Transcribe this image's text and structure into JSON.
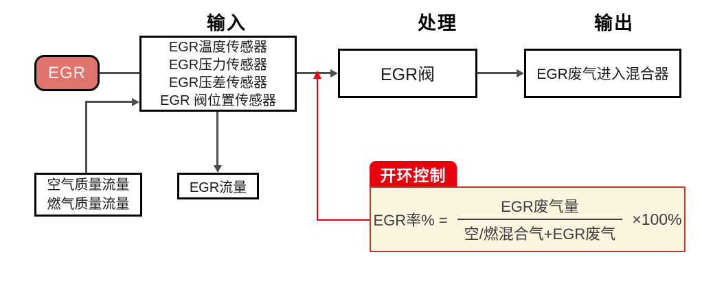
{
  "headings": {
    "input": "输入",
    "process": "处理",
    "output": "输出"
  },
  "nodes": {
    "egr": {
      "label": "EGR"
    },
    "sensors": {
      "lines": [
        "EGR温度传感器",
        "EGR压力传感器",
        "EGR压差传感器",
        "EGR 阀位置传感器"
      ]
    },
    "egr_valve": {
      "label": "EGR阀"
    },
    "egr_exhaust_mixer": {
      "label": "EGR废气进入混合器"
    },
    "mass_flow": {
      "lines": [
        "空气质量流量",
        "燃气质量流量"
      ]
    },
    "egr_flow": {
      "label": "EGR流量"
    }
  },
  "open_loop": {
    "tab_label": "开环控制",
    "formula": {
      "lhs": "EGR率% =",
      "numerator": "EGR废气量",
      "denominator": "空/燃混合气+EGR废气",
      "multiplier": "×100%"
    }
  },
  "colors": {
    "egr_fill": "#e1736d",
    "accent_red": "#e8000d",
    "formula_bg": "#fbf5df",
    "formula_border": "#c0392b",
    "connector_gray": "#4d4d4d",
    "box_border": "#000000"
  }
}
